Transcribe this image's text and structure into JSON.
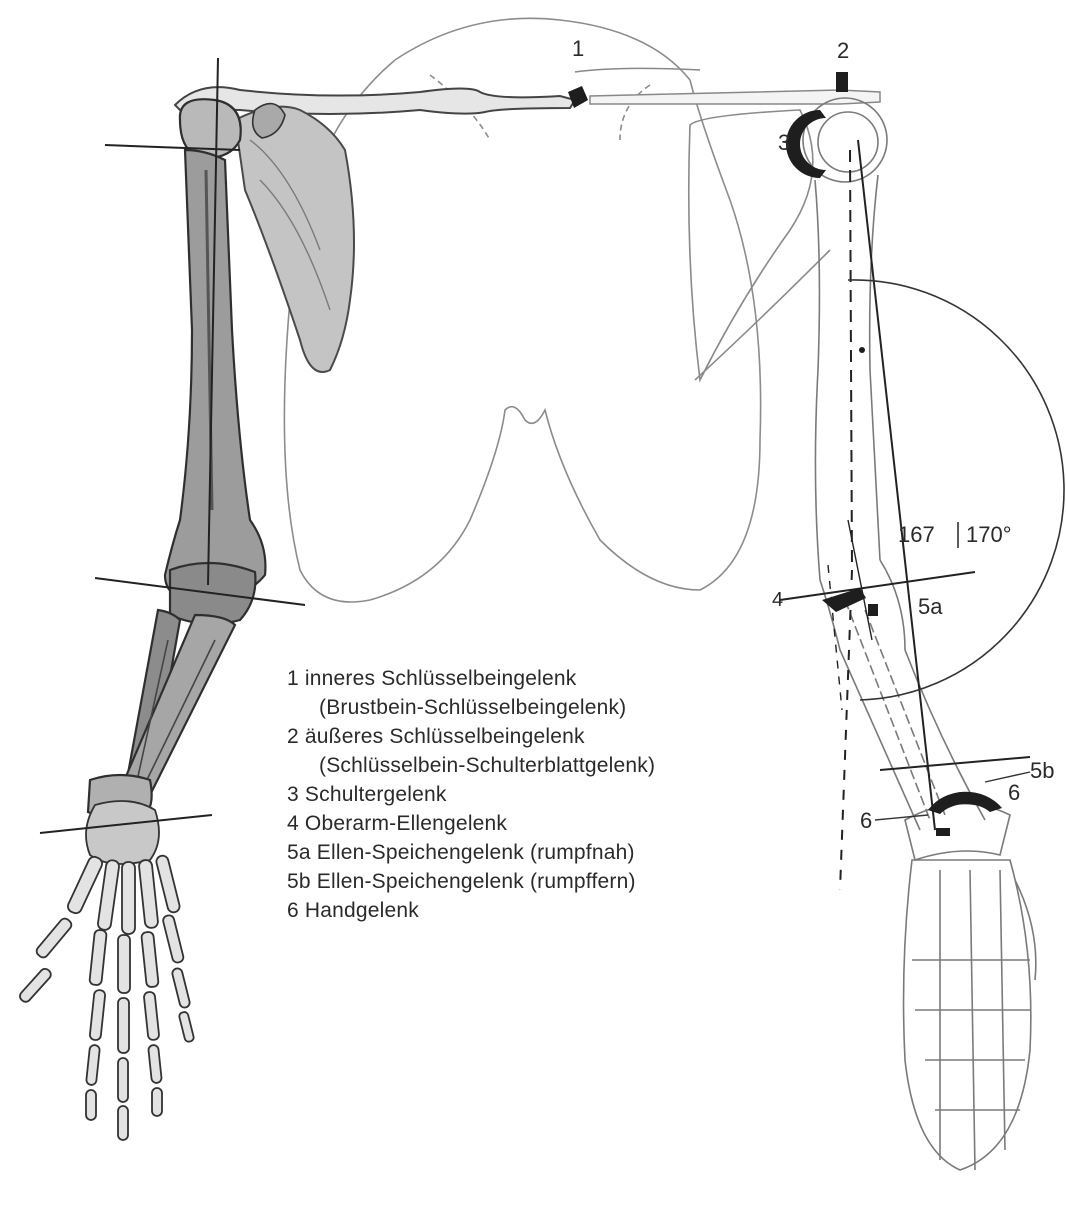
{
  "figure": {
    "markers": {
      "m1": "1",
      "m2": "2",
      "m3": "3",
      "m4": "4",
      "m5a": "5a",
      "m5b": "5b",
      "m6_left": "6",
      "m6_right": "6"
    },
    "angles": {
      "a167": "167",
      "a170": "170°"
    }
  },
  "legend": {
    "items": [
      {
        "text": "1 inneres Schlüsselbeingelenk",
        "sub": "(Brustbein-Schlüsselbeingelenk)"
      },
      {
        "text": "2 äußeres Schlüsselbeingelenk",
        "sub": "(Schlüsselbein-Schulterblattgelenk)"
      },
      {
        "text": "3 Schultergelenk",
        "sub": ""
      },
      {
        "text": "4 Oberarm-Ellengelenk",
        "sub": ""
      },
      {
        "text": "5a Ellen-Speichengelenk (rumpfnah)",
        "sub": ""
      },
      {
        "text": "5b Ellen-Speichengelenk (rumpffern)",
        "sub": ""
      },
      {
        "text": "6 Handgelenk",
        "sub": ""
      }
    ]
  }
}
